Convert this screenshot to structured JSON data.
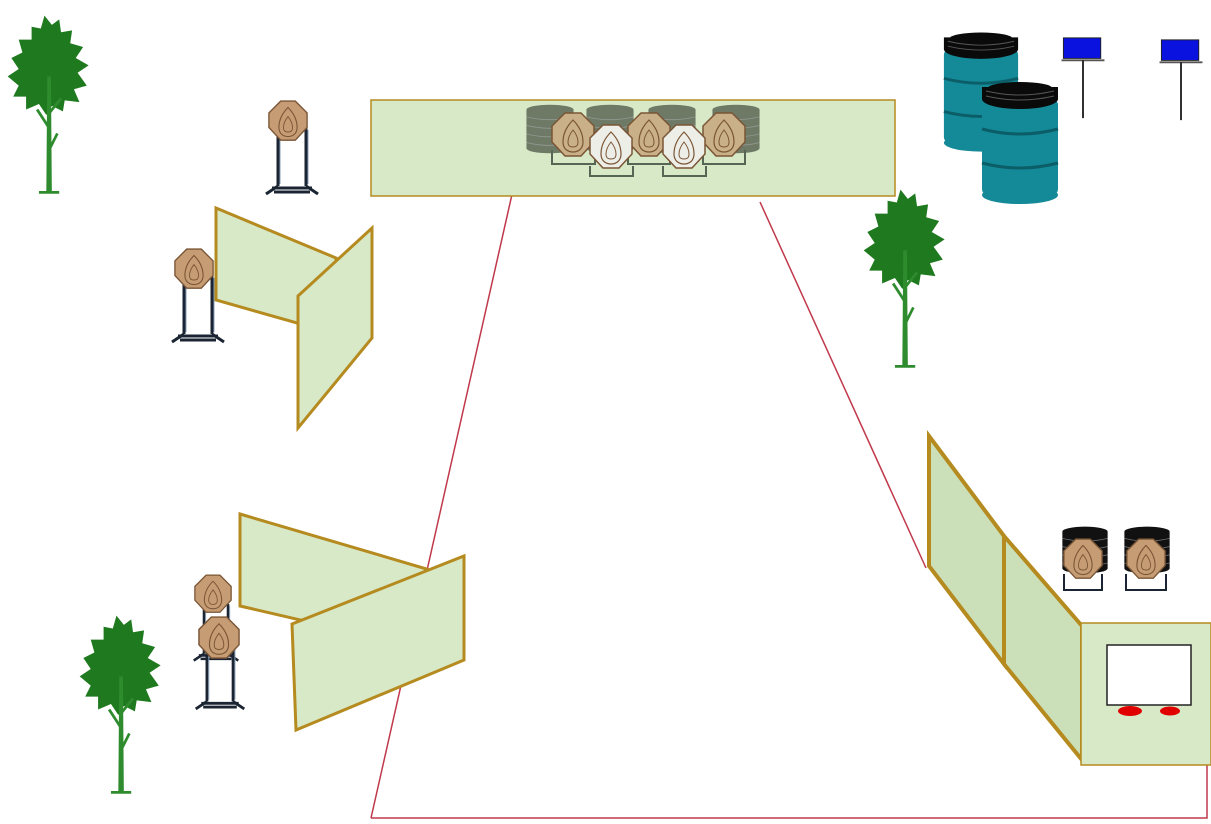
{
  "diagram": {
    "kind": "shooting-stage-layout",
    "colors": {
      "background": "#ffffff",
      "panel_fill": "#d8e9c8",
      "panel_border": "#b58a1f",
      "fault_line": "#c0394b",
      "target_tan": "#c69c74",
      "target_outline": "#7a5535",
      "target_white": "#eeeee8",
      "stand": "#1b2433",
      "tree": "#1f7a1f",
      "trunk": "#2e8b2e",
      "barrel_body": "#148a98",
      "barrel_lid": "#0a0a0a",
      "tire_dark": "#111111",
      "tire_gray": "#6f7a66",
      "flag_blue": "#0a12e0",
      "marker_red": "#e00000"
    },
    "icons": [
      "tree-icon",
      "steel-target-icon",
      "target-stand-icon",
      "barrel-icon",
      "tire-stack-icon",
      "flag-icon",
      "wall-panel",
      "start-table"
    ]
  }
}
